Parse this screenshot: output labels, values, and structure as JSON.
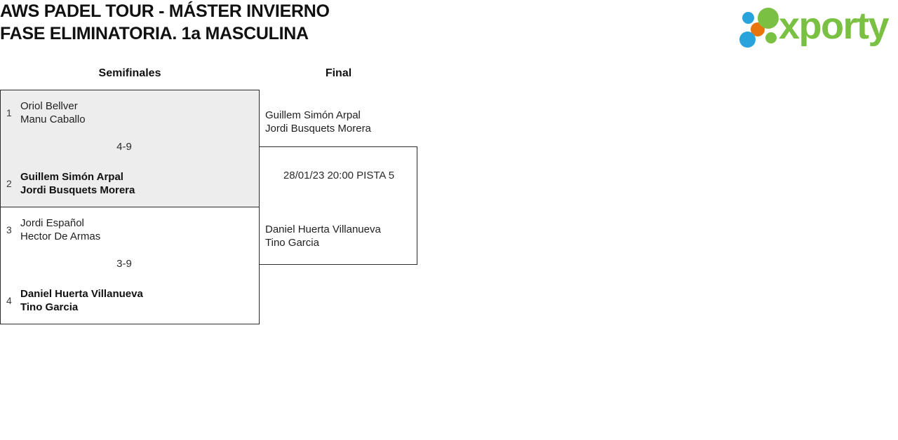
{
  "header": {
    "title": "AWS PADEL TOUR - MÁSTER INVIERNO\nFASE ELIMINATORIA. 1a MASCULINA",
    "logo": {
      "wordmark": "xporty",
      "green": "#7AC143",
      "blue": "#29A3DC",
      "orange": "#E8740C"
    }
  },
  "rounds": [
    {
      "key": "semifinals",
      "label": "Semifinales"
    },
    {
      "key": "final",
      "label": "Final"
    }
  ],
  "semifinals": [
    {
      "highlighted": true,
      "score": "4-9",
      "top": {
        "seed": "1",
        "names": "Oriol Bellver\nManu Caballo",
        "winner": false
      },
      "bottom": {
        "seed": "2",
        "names": "Guillem Simón Arpal\nJordi Busquets Morera",
        "winner": true
      }
    },
    {
      "highlighted": false,
      "score": "3-9",
      "top": {
        "seed": "3",
        "names": "Jordi Español\nHector De Armas",
        "winner": false
      },
      "bottom": {
        "seed": "4",
        "names": "Daniel Huerta Villanueva\nTino Garcia",
        "winner": true
      }
    }
  ],
  "final": {
    "schedule": "28/01/23 20:00 PISTA 5",
    "top": {
      "names": "Guillem Simón Arpal\nJordi Busquets Morera",
      "winner": false
    },
    "bottom": {
      "names": "Daniel Huerta Villanueva\nTino Garcia",
      "winner": false
    }
  }
}
